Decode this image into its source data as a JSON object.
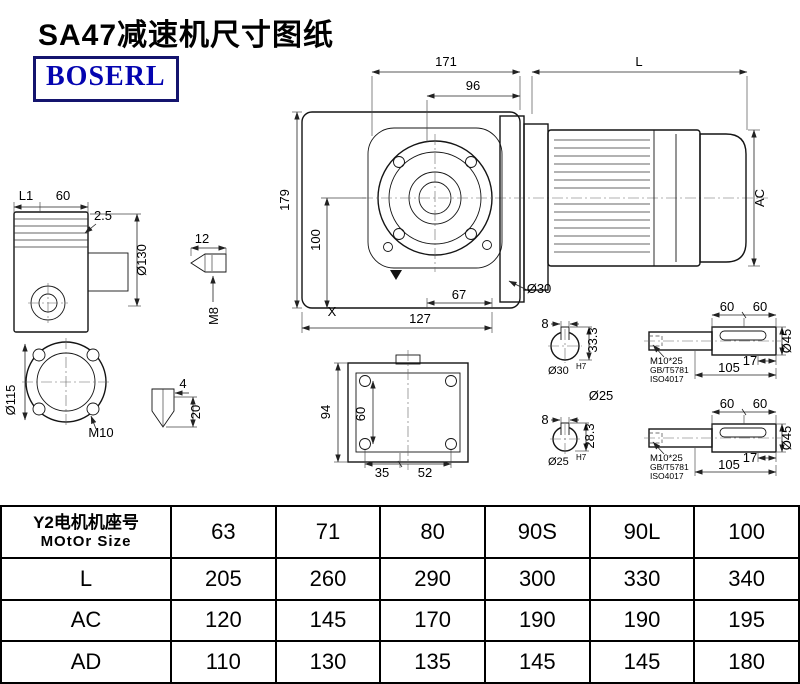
{
  "header": {
    "title": "SA47减速机尺寸图纸",
    "logo": "BOSERL"
  },
  "dims": {
    "d171": "171",
    "d96": "96",
    "dL": "L",
    "d179": "179",
    "d100": "100",
    "dAC": "AC",
    "dX": "X",
    "d30": "Ø30",
    "d67": "67",
    "d127": "127",
    "dL1": "L1",
    "d60_left": "60",
    "d2_5": "2.5",
    "d130": "Ø130",
    "d12": "12",
    "dM8": "M8",
    "d115": "Ø115",
    "dM10": "M10",
    "d4": "4",
    "d20": "20",
    "d94": "94",
    "d60_bottom": "60",
    "d35": "35",
    "d52": "52",
    "d8_top": "8",
    "d33_3": "33.3",
    "d30_base": "Ø30",
    "d30_sup": "H7",
    "d25": "Ø25",
    "d8_bot": "8",
    "d28_3": "28.3",
    "d25_base": "Ø25",
    "d25_sup": "H7"
  },
  "shaft_top": {
    "d60a": "60",
    "d60b": "60",
    "thread": "M10*25",
    "std1": "GB/T5781",
    "std2": "ISO4017",
    "d17": "17",
    "d105": "105",
    "d45": "Ø45"
  },
  "shaft_bottom": {
    "d60a": "60",
    "d60b": "60",
    "thread": "M10*25",
    "std1": "GB/T5781",
    "std2": "ISO4017",
    "d17": "17",
    "d105": "105",
    "d45": "Ø45"
  },
  "table": {
    "motor_row": {
      "label_cn": "Y2电机机座号",
      "label_en": "MOtOr Size",
      "values": [
        "63",
        "71",
        "80",
        "90S",
        "90L",
        "100"
      ]
    },
    "rows": [
      {
        "label": "L",
        "values": [
          "205",
          "260",
          "290",
          "300",
          "330",
          "340"
        ]
      },
      {
        "label": "AC",
        "values": [
          "120",
          "145",
          "170",
          "190",
          "190",
          "195"
        ]
      },
      {
        "label": "AD",
        "values": [
          "110",
          "130",
          "135",
          "145",
          "145",
          "180"
        ]
      }
    ]
  }
}
